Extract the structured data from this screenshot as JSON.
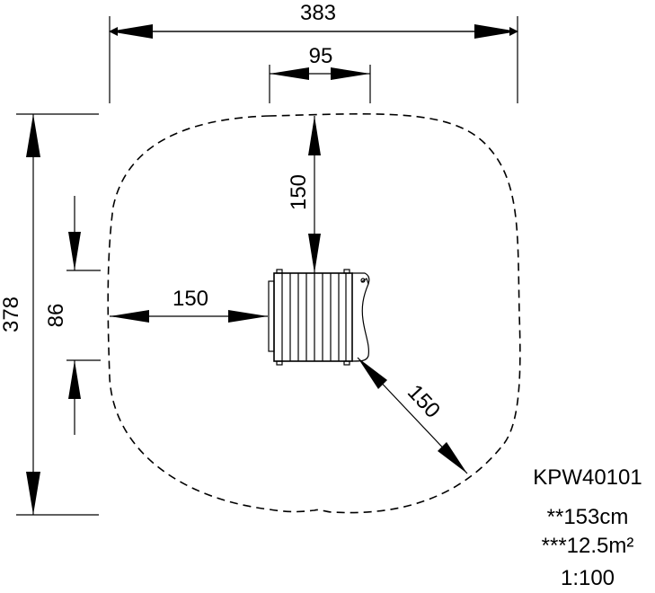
{
  "dimensions": {
    "overall_width": "383",
    "overall_depth": "378",
    "equipment_width": "95",
    "equipment_depth": "86",
    "clearance_top": "150",
    "clearance_left": "150",
    "clearance_diagonal": "150"
  },
  "info": {
    "product_code": "KPW40101",
    "fall_height": "**153cm",
    "safety_area": "***12.5m²",
    "scale": "1:100"
  }
}
